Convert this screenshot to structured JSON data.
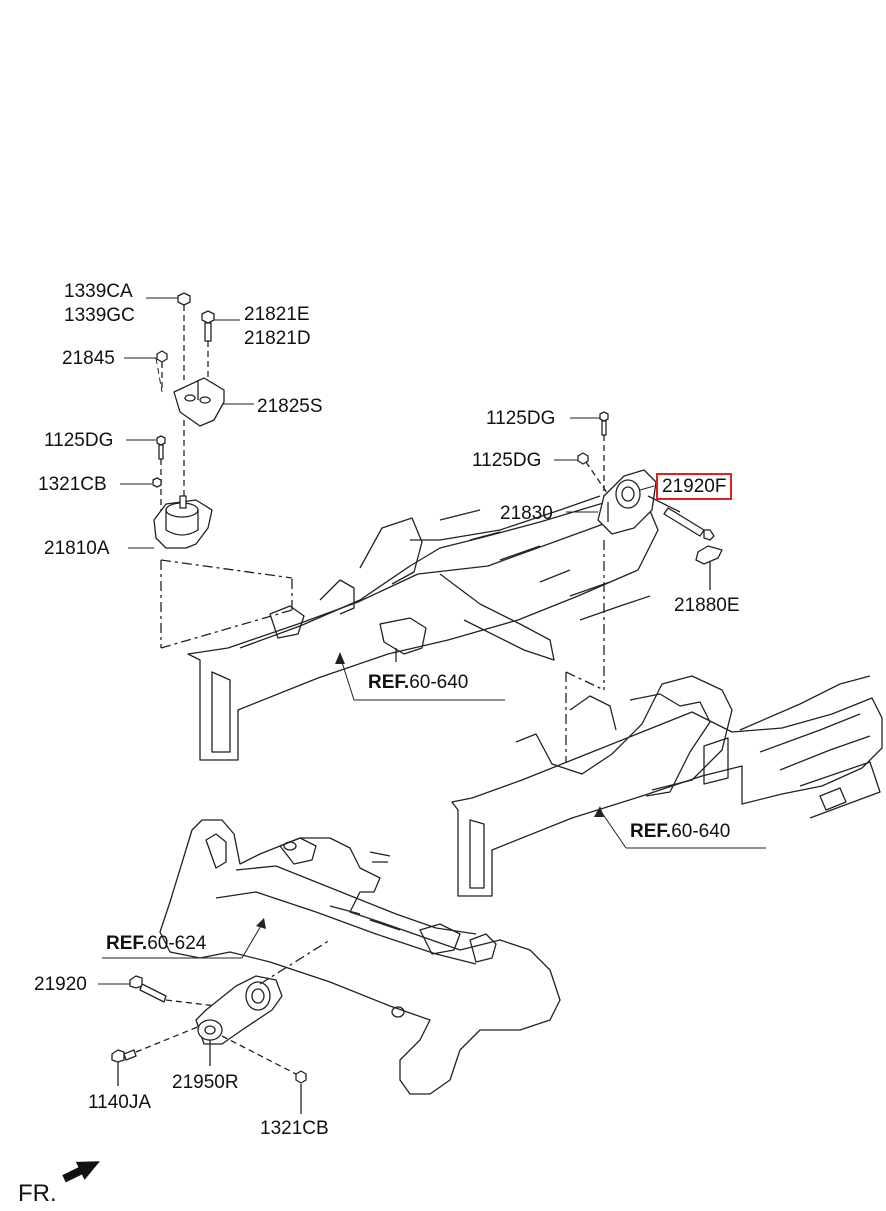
{
  "labels": {
    "p1339ca": "1339CA",
    "p1339gc": "1339GC",
    "p21821e": "21821E",
    "p21821d": "21821D",
    "p21845": "21845",
    "p21825s": "21825S",
    "p1125dg_left": "1125DG",
    "p1321cb_left": "1321CB",
    "p21810a": "21810A",
    "p1125dg_top": "1125DG",
    "p1125dg_mid": "1125DG",
    "p21920f": "21920F",
    "p21830": "21830",
    "p21880e": "21880E",
    "p21920": "21920",
    "p1140ja": "1140JA",
    "p21950r": "21950R",
    "p1321cb_bottom": "1321CB"
  },
  "refs": {
    "ref1": {
      "bold": "REF.",
      "text": "60-640"
    },
    "ref2": {
      "bold": "REF.",
      "text": "60-640"
    },
    "ref3": {
      "bold": "REF.",
      "text": "60-624"
    }
  },
  "direction": "FR.",
  "colors": {
    "highlight": "#e02020",
    "line": "#222222"
  }
}
